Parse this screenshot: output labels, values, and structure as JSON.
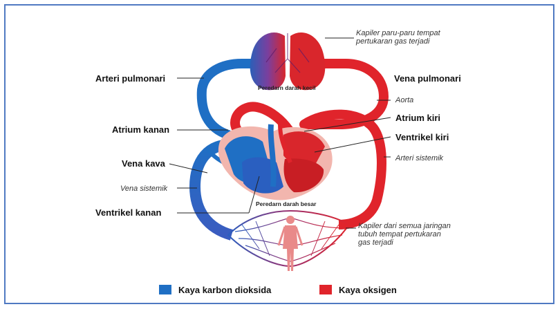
{
  "labels": {
    "kapiler_paru": [
      "Kapiler paru-paru tempat",
      "pertukaran gas terjadi"
    ],
    "arteri_pulmonari": "Arteri pulmonari",
    "vena_pulmonari": "Vena pulmonari",
    "peredaran_kecil": "Peredarn darah kecil",
    "aorta": "Aorta",
    "atrium_kiri": "Atrium kiri",
    "ventrikel_kiri": "Ventrikel kiri",
    "arteri_sistemik": "Arteri sistemik",
    "atrium_kanan": "Atrium kanan",
    "vena_kava": "Vena kava",
    "vena_sistemik": "Vena sistemik",
    "ventrikel_kanan": "Ventrikel kanan",
    "peredaran_besar": "Peredarn darah besar",
    "kapiler_tubuh": [
      "Kapiler dari semua jaringan",
      "tubuh tempat pertukaran",
      "gas terjadi"
    ]
  },
  "legend": {
    "blue_label": "Kaya karbon dioksida",
    "red_label": "Kaya oksigen"
  },
  "colors": {
    "deoxygenated": "#1f6fc4",
    "oxygenated": "#e0242b",
    "frame": "#4f79c2"
  }
}
